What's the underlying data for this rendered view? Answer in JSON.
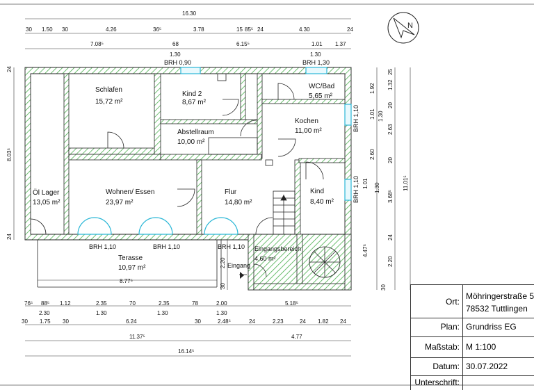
{
  "rooms": [
    {
      "name": "Schlafen",
      "area": "15,72 m²"
    },
    {
      "name": "Kind 2",
      "area": "8,67 m²"
    },
    {
      "name": "WC/Bad",
      "area": "5,65 m²"
    },
    {
      "name": "Kochen",
      "area": "11,00 m²"
    },
    {
      "name": "Abstellraum",
      "area": "10,00 m²"
    },
    {
      "name": "Öl Lager",
      "area": "13,05 m²"
    },
    {
      "name": "Wohnen/ Essen",
      "area": "23,97 m²"
    },
    {
      "name": "Flur",
      "area": "14,80 m²"
    },
    {
      "name": "Kind",
      "area": "8,40 m²"
    },
    {
      "name": "Terasse",
      "area": "10,97 m²"
    },
    {
      "name": "Eingangsbereich",
      "area": "4,60 m²"
    },
    {
      "name": "Eingang",
      "area": ""
    }
  ],
  "window_labels": [
    "BRH 0,90",
    "BRH 1,30",
    "BRH 1,10",
    "BRH 1,10",
    "BRH 1,10",
    "BRH 1,10",
    "BRH 1,10"
  ],
  "dimensions": {
    "top_total": "16.30",
    "top_row1": [
      "30",
      "1.50",
      "30",
      "4.26",
      "36⁵",
      "3.78",
      "15",
      "85⁵",
      "24",
      "4.30",
      "24"
    ],
    "top_row2": [
      "7.08⁵",
      "68",
      "6.15⁵",
      "1.01",
      "1.37"
    ],
    "top_row2_sub": [
      "1.30",
      "1.30"
    ],
    "left": [
      "24",
      "8.03⁵",
      "24"
    ],
    "right_col1": [
      "1.92",
      "1.01",
      "2.60",
      "1.01",
      "4.47⁵"
    ],
    "right_col1_sub": [
      "1.30",
      "1.30"
    ],
    "right_col2": [
      "25",
      "1.32",
      "20",
      "2.63",
      "20",
      "3.68⁵",
      "24",
      "2.20",
      "30"
    ],
    "right_total": "11.01⁵",
    "terrace": [
      "8.77⁵",
      "2.20",
      "30"
    ],
    "bottom_row1": [
      "76⁵",
      "88⁵",
      "1.12",
      "2.35",
      "70",
      "2.35",
      "78",
      "2.00",
      "5.18⁵"
    ],
    "bottom_row1_sub": [
      "2.30",
      "1.30",
      "1.30",
      "1.30"
    ],
    "bottom_row2": [
      "30",
      "1.75",
      "30",
      "6.24",
      "30",
      "2.48⁵",
      "24",
      "2.23",
      "24",
      "1.82",
      "24"
    ],
    "bottom_row3": [
      "11.37⁵",
      "4.77"
    ],
    "bottom_total": "16.14⁵"
  },
  "north_letter": "N",
  "title_block": {
    "ort_label": "Ort:",
    "ort_line1": "Möhringerstraße 5",
    "ort_line2": "78532 Tuttlingen",
    "plan_label": "Plan:",
    "plan_value": "Grundriss EG",
    "massstab_label": "Maßstab:",
    "massstab_value": "M 1:100",
    "datum_label": "Datum:",
    "datum_value": "30.07.2022",
    "unterschrift_label": "Unterschrift:",
    "unterschrift_value": ""
  }
}
